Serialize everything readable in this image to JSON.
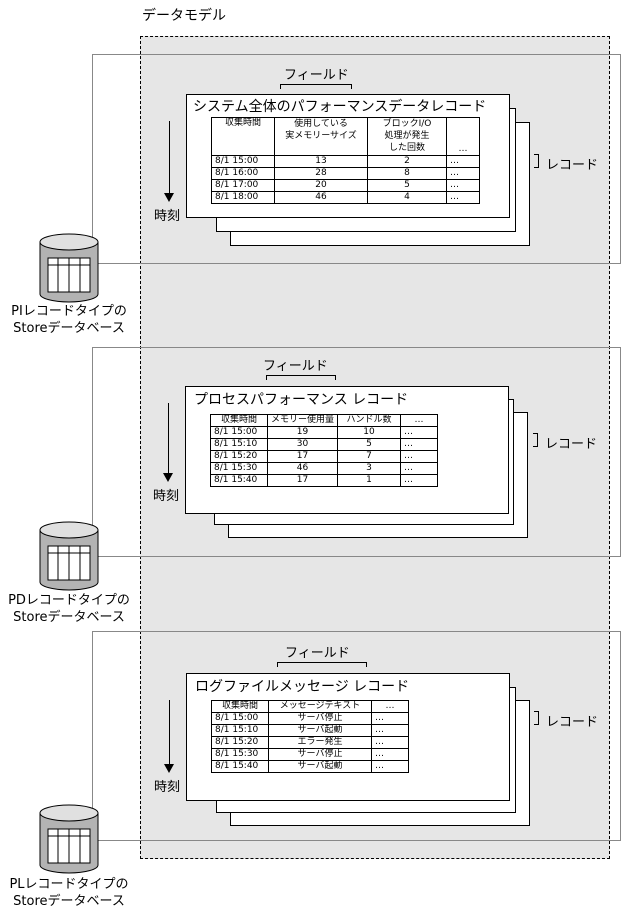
{
  "data_model_label": "データモデル",
  "field_label": "フィールド",
  "record_label": "レコード",
  "time_label": "時刻",
  "dots": "…",
  "pi": {
    "title": "システム全体のパフォーマンスデータレコード",
    "headers": [
      "収集時間",
      "使用している\n実メモリーサイズ",
      "ブロックI/O\n処理が発生\nした回数",
      "…"
    ],
    "rows": [
      [
        "8/1 15:00",
        "13",
        "2",
        "…"
      ],
      [
        "8/1 16:00",
        "28",
        "8",
        "…"
      ],
      [
        "8/1 17:00",
        "20",
        "5",
        "…"
      ],
      [
        "8/1 18:00",
        "46",
        "4",
        "…"
      ]
    ],
    "db_caption": [
      "PIレコードタイプの",
      "Storeデータベース"
    ]
  },
  "pd": {
    "title": "プロセスパフォーマンス レコード",
    "headers": [
      "収集時間",
      "メモリー使用量",
      "ハンドル数",
      "…"
    ],
    "rows": [
      [
        "8/1 15:00",
        "19",
        "10",
        "…"
      ],
      [
        "8/1 15:10",
        "30",
        "5",
        "…"
      ],
      [
        "8/1 15:20",
        "17",
        "7",
        "…"
      ],
      [
        "8/1 15:30",
        "46",
        "3",
        "…"
      ],
      [
        "8/1 15:40",
        "17",
        "1",
        "…"
      ]
    ],
    "db_caption": [
      "PDレコードタイプの",
      "Storeデータベース"
    ]
  },
  "pl": {
    "title": "ログファイルメッセージ レコード",
    "headers": [
      "収集時間",
      "メッセージテキスト",
      "…"
    ],
    "rows": [
      [
        "8/1 15:00",
        "サーバ停止",
        "…"
      ],
      [
        "8/1 15:10",
        "サーバ起動",
        "…"
      ],
      [
        "8/1 15:20",
        "エラー発生",
        "…"
      ],
      [
        "8/1 15:30",
        "サーバ停止",
        "…"
      ],
      [
        "8/1 15:40",
        "サーバ起動",
        "…"
      ]
    ],
    "db_caption": [
      "PLレコードタイプの",
      "Storeデータベース"
    ]
  }
}
